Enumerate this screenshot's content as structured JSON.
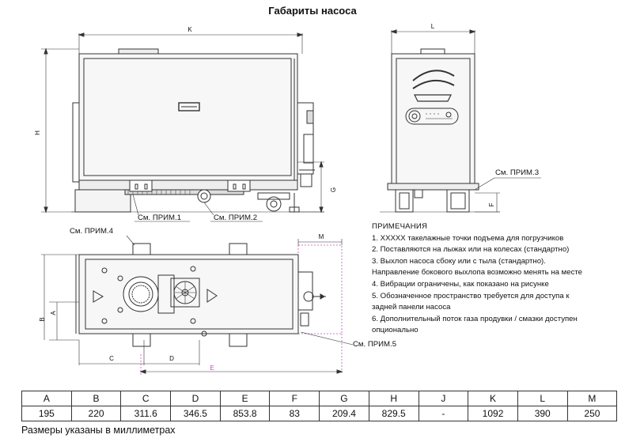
{
  "title": "Габариты насоса",
  "dim_letters": {
    "K": "K",
    "L": "L",
    "H": "H",
    "G": "G",
    "F": "F",
    "M": "M",
    "B": "B",
    "A": "A",
    "C": "C",
    "D": "D",
    "E": "E"
  },
  "callouts": {
    "note1": "См. ПРИМ.1",
    "note2": "См. ПРИМ.2",
    "note3": "См. ПРИМ.3",
    "note4": "См. ПРИМ.4",
    "note5": "См. ПРИМ.5"
  },
  "notes": {
    "heading": "ПРИМЕЧАНИЯ",
    "items": [
      "1. XXXXX такелажные точки подъема для погрузчиков",
      "2. Поставляются на лыжах или на колесах (стандартно)",
      "3. Выхлоп насоса сбоку или с тыла (стандартно).",
      "Направление бокового выхлопа возможно менять на месте",
      "4. Вибрации ограничены, как показано на рисунке",
      "5. Обозначенное пространство требуется для доступа к",
      "задней панели насоса",
      "6. Дополнительный поток газа продувки / смазки доступен",
      "опционально"
    ]
  },
  "table": {
    "headers": [
      "A",
      "B",
      "C",
      "D",
      "E",
      "F",
      "G",
      "H",
      "J",
      "K",
      "L",
      "M"
    ],
    "values": [
      "195",
      "220",
      "311.6",
      "346.5",
      "853.8",
      "83",
      "209.4",
      "829.5",
      "-",
      "1092",
      "390",
      "250"
    ]
  },
  "units_note": "Размеры указаны в миллиметрах",
  "colors": {
    "line": "#333333",
    "access_zone": "#c050c0",
    "fill": "#f4f4f4"
  }
}
